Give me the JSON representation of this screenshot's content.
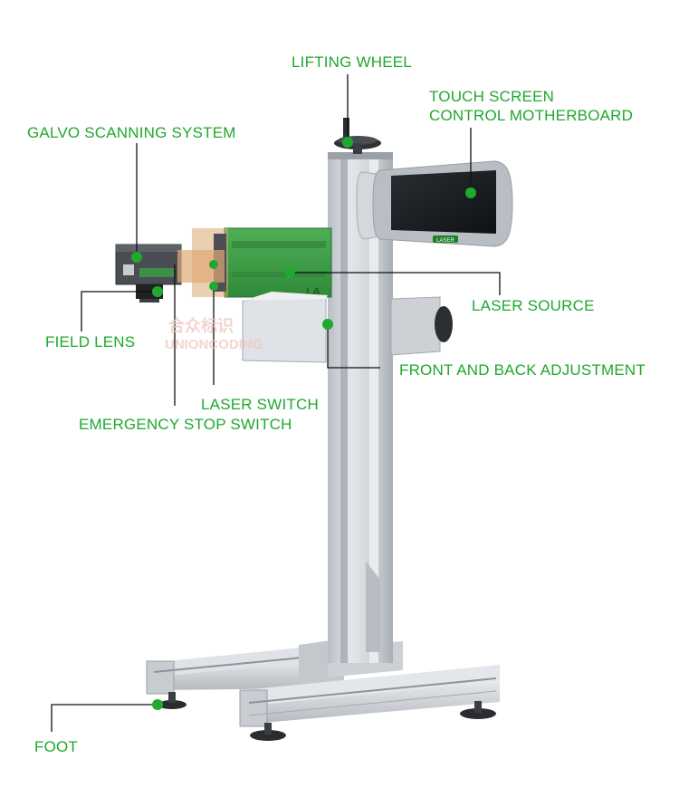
{
  "labels": {
    "lifting_wheel": "LIFTING WHEEL",
    "touch_screen_line1": "TOUCH SCREEN",
    "touch_screen_line2": "CONTROL MOTHERBOARD",
    "galvo": "GALVO SCANNING SYSTEM",
    "laser_source": "LASER SOURCE",
    "field_lens": "FIELD LENS",
    "front_back": "FRONT AND BACK ADJUSTMENT",
    "laser_switch": "LASER SWITCH",
    "emergency_stop": "EMERGENCY STOP SWITCH",
    "foot": "FOOT"
  },
  "device": {
    "screen_badge": "LASER",
    "source_text": "LA"
  },
  "watermark": {
    "line1": "合众标识",
    "line2": "UNIONCODING"
  },
  "colors": {
    "label_green": "#1fa82c",
    "dot_green": "#1faa2e",
    "aluminum": "#c9cdd2",
    "module_green": "#3d9a45"
  }
}
